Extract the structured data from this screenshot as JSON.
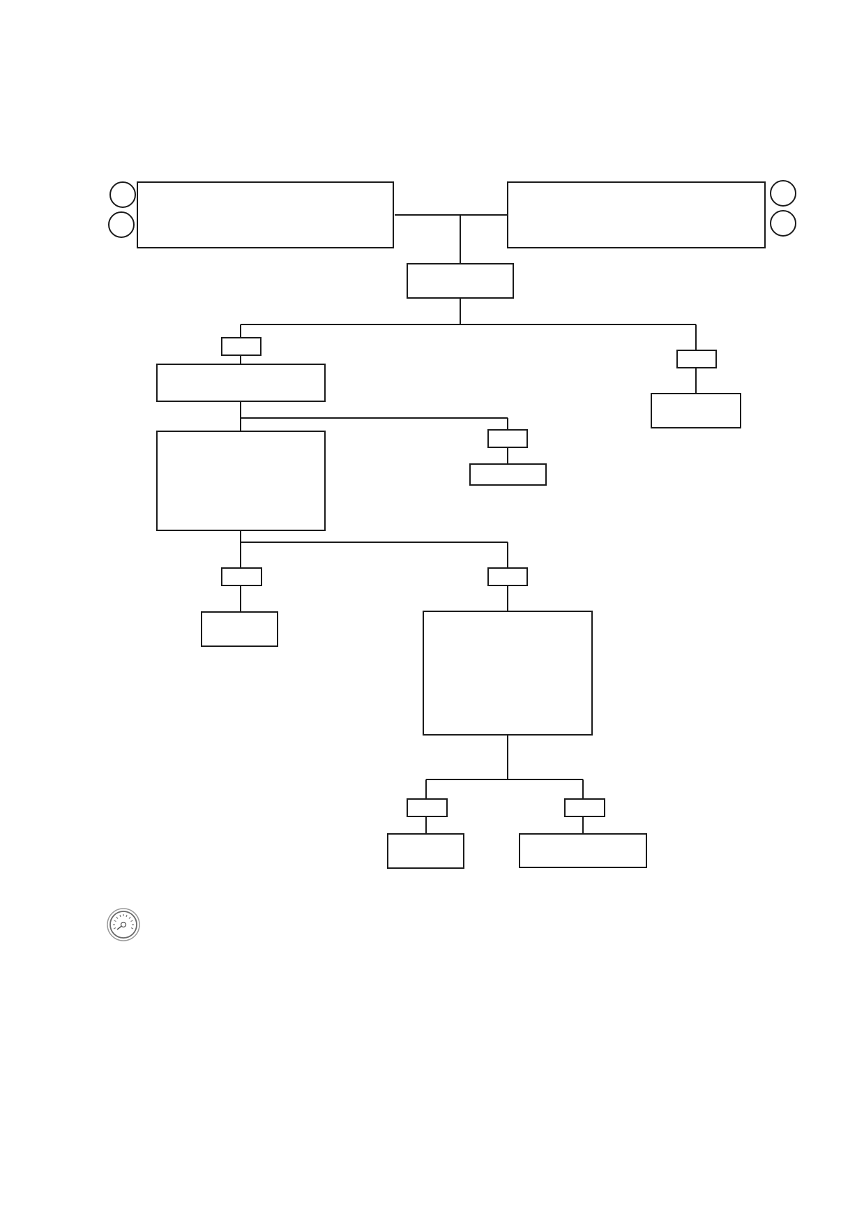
{
  "diagram": {
    "type": "flowchart",
    "nodes": [
      {
        "id": "top-left-box",
        "label": ""
      },
      {
        "id": "top-right-box",
        "label": ""
      },
      {
        "id": "center-box",
        "label": ""
      },
      {
        "id": "left-tag-1",
        "label": ""
      },
      {
        "id": "left-box-1",
        "label": ""
      },
      {
        "id": "right-tag-1",
        "label": ""
      },
      {
        "id": "right-box-1",
        "label": ""
      },
      {
        "id": "left-box-2",
        "label": ""
      },
      {
        "id": "middle-tag-1",
        "label": ""
      },
      {
        "id": "middle-box-1",
        "label": ""
      },
      {
        "id": "left-tag-2",
        "label": ""
      },
      {
        "id": "left-box-3",
        "label": ""
      },
      {
        "id": "middle-tag-2",
        "label": ""
      },
      {
        "id": "middle-large-box",
        "label": ""
      },
      {
        "id": "bottom-left-tag",
        "label": ""
      },
      {
        "id": "bottom-left-box",
        "label": ""
      },
      {
        "id": "bottom-right-tag",
        "label": ""
      },
      {
        "id": "bottom-right-box",
        "label": ""
      }
    ],
    "edges": [
      {
        "from": "top-left-box",
        "to": "center-box"
      },
      {
        "from": "top-right-box",
        "to": "center-box"
      },
      {
        "from": "center-box",
        "to": "left-tag-1"
      },
      {
        "from": "left-tag-1",
        "to": "left-box-1"
      },
      {
        "from": "center-box",
        "to": "right-tag-1"
      },
      {
        "from": "right-tag-1",
        "to": "right-box-1"
      },
      {
        "from": "left-box-1",
        "to": "left-box-2"
      },
      {
        "from": "left-box-1",
        "to": "middle-tag-1"
      },
      {
        "from": "middle-tag-1",
        "to": "middle-box-1"
      },
      {
        "from": "left-box-2",
        "to": "left-tag-2"
      },
      {
        "from": "left-tag-2",
        "to": "left-box-3"
      },
      {
        "from": "left-box-2",
        "to": "middle-tag-2"
      },
      {
        "from": "middle-tag-2",
        "to": "middle-large-box"
      },
      {
        "from": "middle-large-box",
        "to": "bottom-left-tag"
      },
      {
        "from": "bottom-left-tag",
        "to": "bottom-left-box"
      },
      {
        "from": "middle-large-box",
        "to": "bottom-right-tag"
      },
      {
        "from": "bottom-right-tag",
        "to": "bottom-right-box"
      }
    ],
    "side_circles": [
      "left-upper",
      "left-lower",
      "right-upper",
      "right-lower"
    ]
  },
  "icons": {
    "gauge": "speedometer-icon"
  },
  "colors": {
    "stroke": "#1a1a1a",
    "background": "#ffffff"
  }
}
